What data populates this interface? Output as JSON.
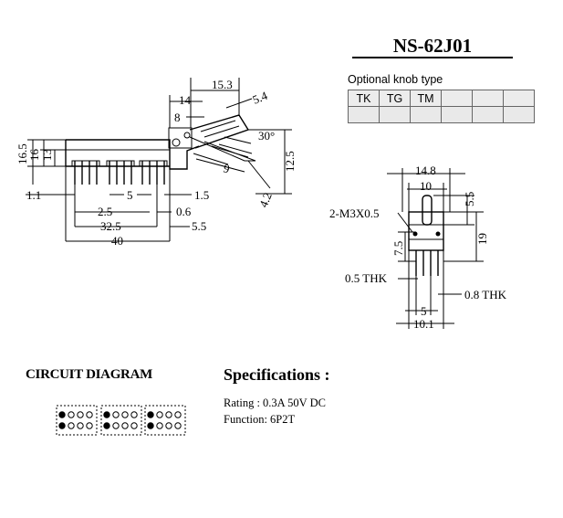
{
  "header": {
    "part_number": "NS-62J01"
  },
  "knob_table": {
    "caption": "Optional knob type",
    "types": [
      "TK",
      "TG",
      "TM",
      "",
      "",
      ""
    ]
  },
  "side_view_dims": {
    "d15_3": "15.3",
    "d14": "14",
    "d8": "8",
    "d5_4": "5.4",
    "d30": "30°",
    "d16_5": "16.5",
    "d16": "16",
    "d13": "13",
    "d12_5": "12.5",
    "d9": "9",
    "d4_2": "4.2",
    "d1_1": "1.1",
    "d5": "5",
    "d1_5": "1.5",
    "d2_5": "2.5",
    "d0_6": "0.6",
    "d32_5": "32.5",
    "d5_5": "5.5",
    "d40": "40"
  },
  "front_view_dims": {
    "d14_8": "14.8",
    "d10": "10",
    "d5_5": "5.5",
    "d2m3": "2-M3X0.5",
    "d19": "19",
    "d7_5": "7.5",
    "d0_5thk": "0.5 THK",
    "d0_8thk": "0.8 THK",
    "d5": "5",
    "d10_1": "10.1"
  },
  "circuit": {
    "title": "CIRCUIT DIAGRAM"
  },
  "specs": {
    "title": "Specifications :",
    "rating": "Rating : 0.3A 50V DC",
    "function": "Function: 6P2T"
  }
}
